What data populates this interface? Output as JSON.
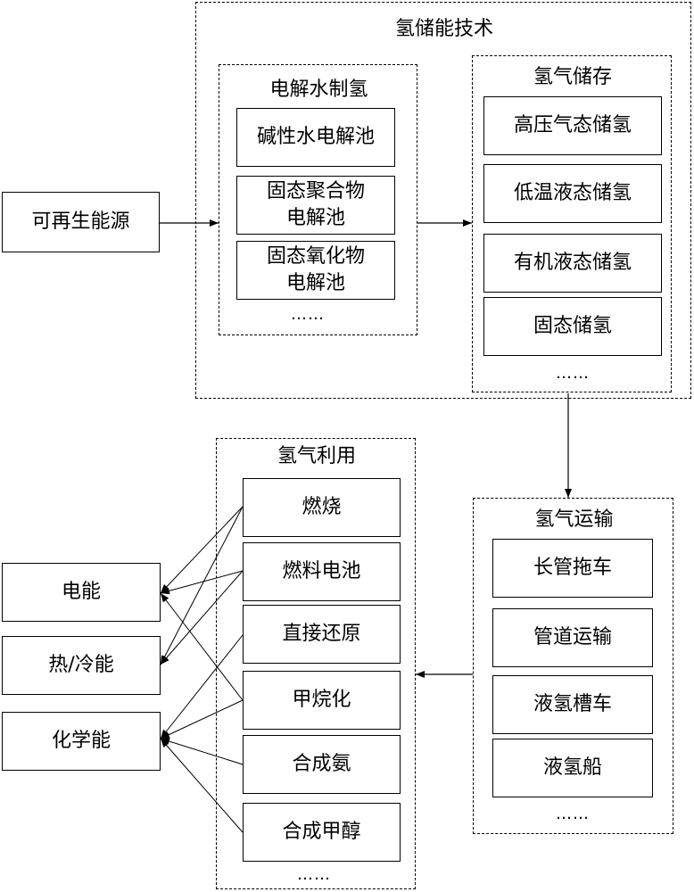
{
  "storage_tech": {
    "title": "氢储能技术",
    "electrolysis": {
      "title": "电解水制氢",
      "items": [
        "碱性水电解池",
        "固态聚合物\n电解池",
        "固态氧化物\n电解池"
      ],
      "more": "……"
    },
    "storage": {
      "title": "氢气储存",
      "items": [
        "高压气态储氢",
        "低温液态储氢",
        "有机液态储氢",
        "固态储氢"
      ],
      "more": "……"
    }
  },
  "source": {
    "label": "可再生能源"
  },
  "transport": {
    "title": "氢气运输",
    "items": [
      "长管拖车",
      "管道运输",
      "液氢槽车",
      "液氢船"
    ],
    "more": "……"
  },
  "utilization": {
    "title": "氢气利用",
    "items": [
      "燃烧",
      "燃料电池",
      "直接还原",
      "甲烷化",
      "合成氨",
      "合成甲醇"
    ],
    "more": "……"
  },
  "outputs": {
    "items": [
      "电能",
      "热/冷能",
      "化学能"
    ]
  }
}
